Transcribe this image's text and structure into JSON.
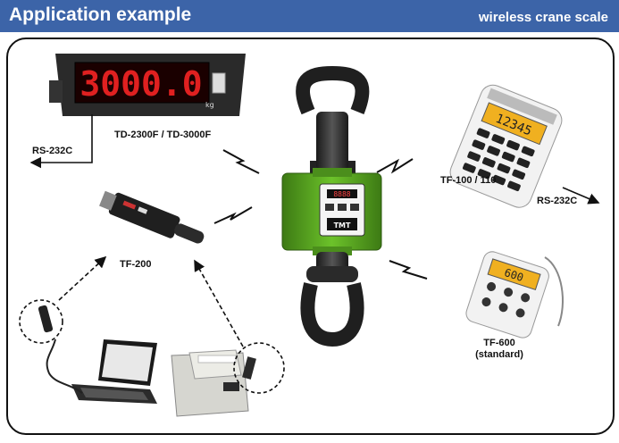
{
  "header": {
    "title": "Application example",
    "subtitle": "wireless crane scale"
  },
  "display": {
    "reading": "3000.0",
    "unit": "kg"
  },
  "labels": {
    "td_model": "TD-2300F / TD-3000F",
    "rs232_left": "RS-232C",
    "tf100_model": "TF-100 / 110",
    "rs232_right": "RS-232C",
    "tf200_model": "TF-200",
    "tf600_model": "TF-600",
    "tf600_note": "(standard)"
  },
  "scale_face": {
    "brand": "TMT",
    "small_display": "8888"
  },
  "tf100_screen": "12345",
  "tf600_screen": "600"
}
